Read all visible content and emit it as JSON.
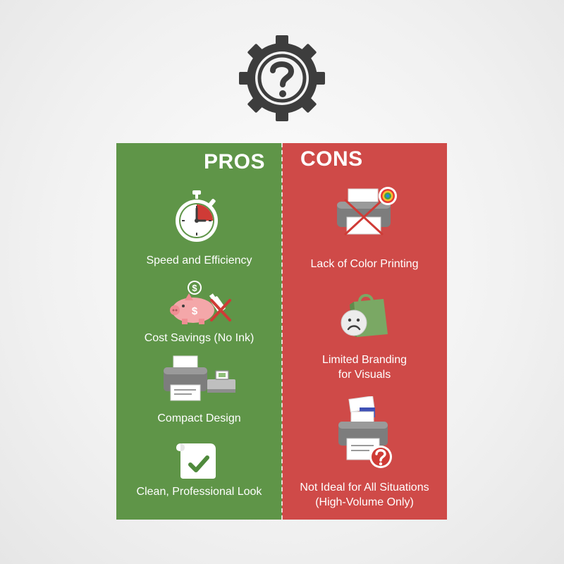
{
  "pros": {
    "heading": "PROS",
    "items": [
      {
        "label": "Speed and Efficiency",
        "icon": "stopwatch-icon"
      },
      {
        "label": "Cost Savings (No Ink)",
        "icon": "piggy-bank-icon"
      },
      {
        "label": "Compact Design",
        "icon": "compact-printer-icon"
      },
      {
        "label": "Clean, Professional Look",
        "icon": "receipt-check-icon"
      }
    ]
  },
  "cons": {
    "heading": "CONS",
    "items": [
      {
        "label": "Lack of Color Printing",
        "icon": "no-color-printer-icon"
      },
      {
        "label_line1": "Limited Branding",
        "label_line2": "for Visuals",
        "icon": "sad-shopping-bag-icon"
      },
      {
        "label_line1": "Not Ideal for All Situations",
        "label_line2": "(High-Volume Only)",
        "icon": "printer-question-icon"
      }
    ]
  },
  "gear_icon": "gear-question-icon",
  "colors": {
    "pros_panel": "#5f9548",
    "cons_panel": "#cf4a48",
    "gear": "#3d3d3d",
    "label_text": "#ffffff"
  }
}
